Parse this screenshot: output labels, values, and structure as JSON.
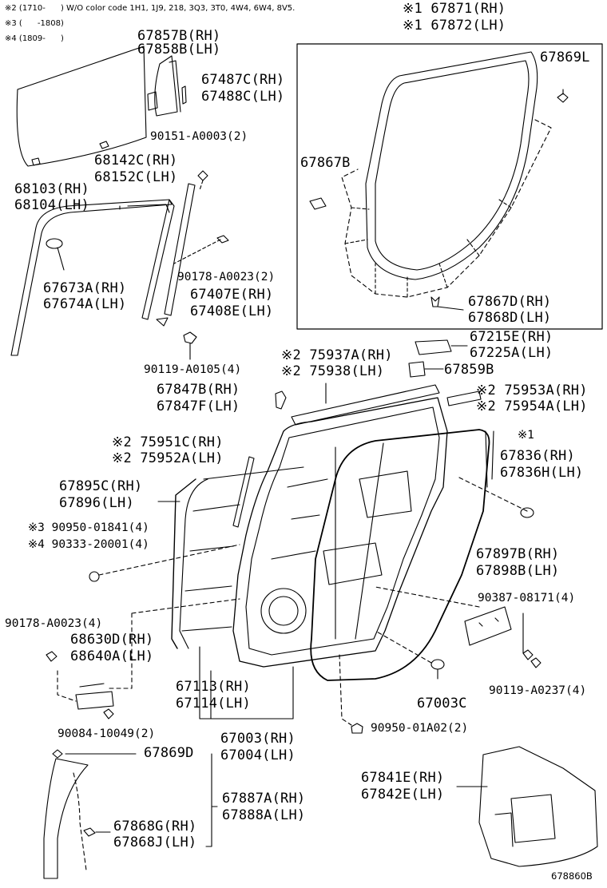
{
  "notes": {
    "note2": "※2 (1710-      ) W/O color code 1H1, 1J9, 218, 3Q3, 3T0, 4W4, 6W4, 8V5.",
    "note3": "※3 (      -1808)",
    "note4": "※4 (1809-      )"
  },
  "labels": {
    "p67871": "※1 67871(RH)",
    "p67872": "※1 67872(LH)",
    "p67857": "67857B(RH)",
    "p67858": "67858B(LH)",
    "p67487": "67487C(RH)",
    "p67488": "67488C(LH)",
    "p67869L": "67869L",
    "p90151": "90151-A0003(2)",
    "p68142": "68142C(RH)",
    "p68152": "68152C(LH)",
    "p68103": "68103(RH)",
    "p68104": "68104(LH)",
    "p67867B": "67867B",
    "p90178a": "90178-A0023(2)",
    "p67673": "67673A(RH)",
    "p67674": "67674A(LH)",
    "p67407": "67407E(RH)",
    "p67408": "67408E(LH)",
    "p67867D": "67867D(RH)",
    "p67868D": "67868D(LH)",
    "p67215": "67215E(RH)",
    "p67225": "67225A(LH)",
    "p90119a": "90119-A0105(4)",
    "p75937": "※2 75937A(RH)",
    "p75938": "※2 75938(LH)",
    "p67859": "67859B",
    "p67847B": "67847B(RH)",
    "p67847F": "67847F(LH)",
    "p75953": "※2 75953A(RH)",
    "p75954": "※2 75954A(LH)",
    "p75951": "※2 75951C(RH)",
    "p75952": "※2 75952A(LH)",
    "p_star1": "※1",
    "p67836": "67836(RH)",
    "p67836H": "67836H(LH)",
    "p67895": "67895C(RH)",
    "p67896": "67896(LH)",
    "p90950a": "※3 90950-01841(4)",
    "p90333": "※4 90333-20001(4)",
    "p67897": "67897B(RH)",
    "p67898": "67898B(LH)",
    "p90387": "90387-08171(4)",
    "p90178b": "90178-A0023(4)",
    "p68630": "68630D(RH)",
    "p68640": "68640A(LH)",
    "p67113": "67113(RH)",
    "p67114": "67114(LH)",
    "p67003C": "67003C",
    "p90119b": "90119-A0237(4)",
    "p90084": "90084-10049(2)",
    "p67003": "67003(RH)",
    "p67004": "67004(LH)",
    "p90950b": "90950-01A02(2)",
    "p67869D": "67869D",
    "p67841": "67841E(RH)",
    "p67842": "67842E(LH)",
    "p67887": "67887A(RH)",
    "p67888": "67888A(LH)",
    "p67868G": "67868G(RH)",
    "p67868J": "67868J(LH)",
    "diagram_id": "678860B"
  }
}
